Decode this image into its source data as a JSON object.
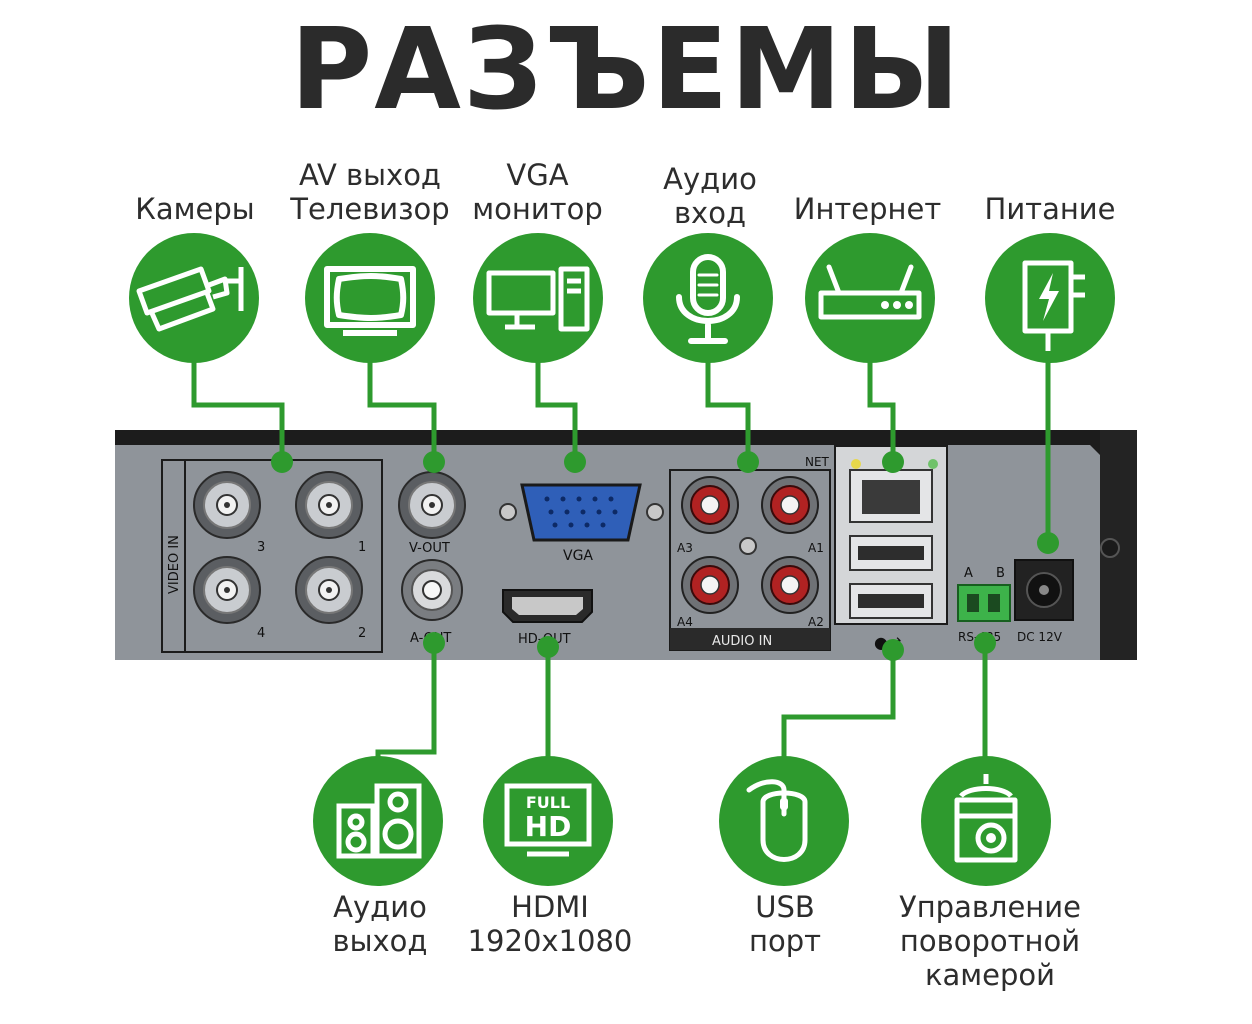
{
  "title": "РАЗЪЕМЫ",
  "colors": {
    "accent_green": "#2e9a2e",
    "panel_gray": "#8f949a",
    "panel_border": "#1e1e1e",
    "title_text": "#2b2b2b"
  },
  "connectors_top": [
    {
      "id": "cameras",
      "lines": [
        "Камеры"
      ],
      "icon": "cctv-camera-icon"
    },
    {
      "id": "av-out-tv",
      "lines": [
        "AV выход",
        "Телевизор"
      ],
      "icon": "tv-icon"
    },
    {
      "id": "vga-monitor",
      "lines": [
        "VGA",
        "монитор"
      ],
      "icon": "desktop-computer-icon"
    },
    {
      "id": "audio-in",
      "lines": [
        "Аудио",
        "вход"
      ],
      "icon": "microphone-icon"
    },
    {
      "id": "internet",
      "lines": [
        "Интернет"
      ],
      "icon": "router-icon"
    },
    {
      "id": "power",
      "lines": [
        "Питание"
      ],
      "icon": "power-adapter-icon"
    }
  ],
  "connectors_bottom": [
    {
      "id": "audio-out",
      "lines": [
        "Аудио",
        "выход"
      ],
      "icon": "speakers-icon"
    },
    {
      "id": "hdmi",
      "lines": [
        "HDMI",
        "1920x1080"
      ],
      "icon": "full-hd-icon"
    },
    {
      "id": "usb",
      "lines": [
        "USB",
        "порт"
      ],
      "icon": "mouse-icon"
    },
    {
      "id": "ptz-control",
      "lines": [
        "Управление",
        "поворотной",
        "камерой"
      ],
      "icon": "ptz-dome-camera-icon"
    }
  ],
  "icon_text": {
    "full": "FULL",
    "hd": "HD"
  },
  "panel_labels": {
    "video_in": "VIDEO IN",
    "bnc_numbers": [
      "3",
      "1",
      "4",
      "2"
    ],
    "v_out": "V-OUT",
    "a_out": "A-OUT",
    "vga": "VGA",
    "hd_out": "HD-OUT",
    "audio_in": "AUDIO IN",
    "audio_channels": [
      "A3",
      "A1",
      "A4",
      "A2"
    ],
    "net": "NET",
    "rs485_a": "A",
    "rs485_b": "B",
    "rs485": "RS-485",
    "dc": "DC 12V"
  }
}
